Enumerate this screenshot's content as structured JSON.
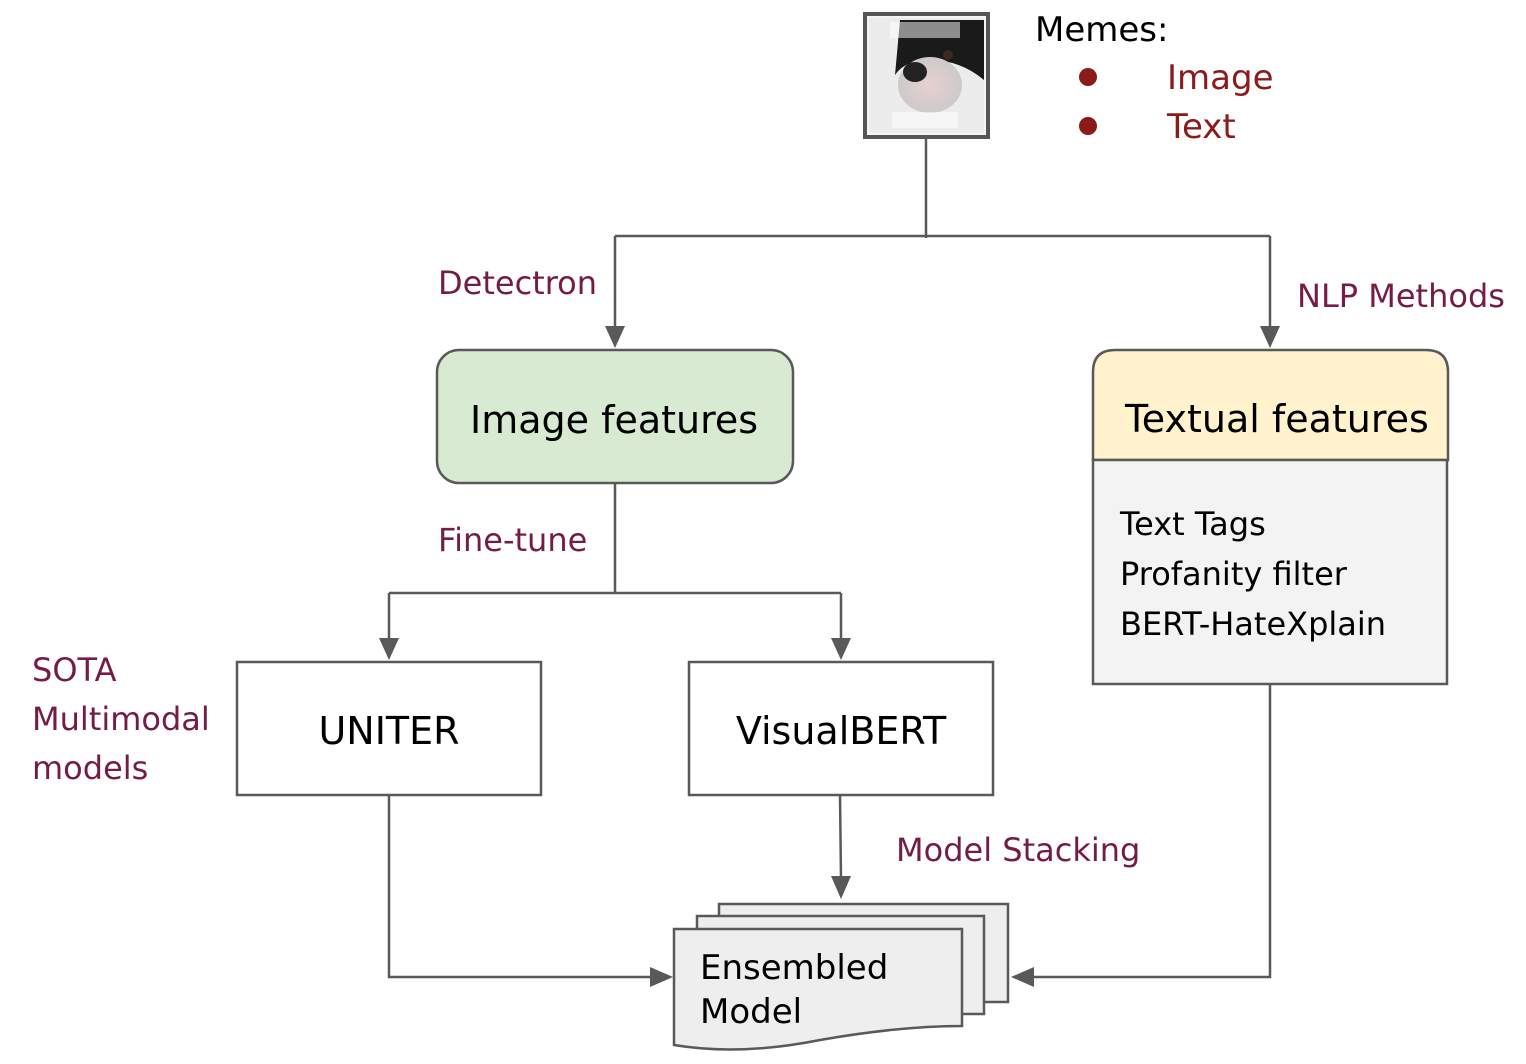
{
  "meme": {
    "title": "Memes:",
    "items": [
      "Image",
      "Text"
    ],
    "bullet_color": "#8b1a1a"
  },
  "edges": {
    "detectron": "Detectron",
    "nlp_methods": "NLP Methods",
    "fine_tune": "Fine-tune",
    "model_stacking": "Model Stacking"
  },
  "nodes": {
    "image_features": "Image features",
    "textual_features": "Textual features",
    "textual_items": [
      "Text Tags",
      "Profanity filter",
      "BERT-HateXplain"
    ],
    "uniter": "UNITER",
    "visualbert": "VisualBERT",
    "ensembled_line1": "Ensembled",
    "ensembled_line2": "Model"
  },
  "side_label": [
    "SOTA",
    "Multimodal",
    "models"
  ],
  "colors": {
    "label": "#741b47",
    "image_features_fill": "#d9ead3",
    "textual_header_fill": "#fff2cc",
    "textual_body_fill": "#f3f3f3",
    "ensemble_fill": "#eeeeee",
    "line": "#595959"
  }
}
